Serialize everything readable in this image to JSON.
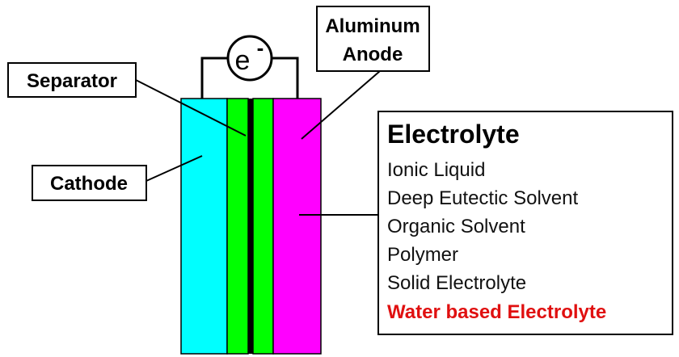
{
  "labels": {
    "separator": "Separator",
    "anode_line1": "Aluminum",
    "anode_line2": "Anode",
    "cathode": "Cathode",
    "electron": "e",
    "electron_sup": "-"
  },
  "electrolyte": {
    "title": "Electrolyte",
    "items": [
      "Ionic Liquid",
      "Deep Eutectic Solvent",
      "Organic Solvent",
      "Polymer",
      "Solid Electrolyte"
    ],
    "highlight_item": "Water based Electrolyte"
  },
  "colors": {
    "cathode": "#00ffff",
    "separator_green": "#00ff00",
    "separator_core": "#000000",
    "anode": "#ff00ff",
    "highlight_text": "#e01010"
  }
}
